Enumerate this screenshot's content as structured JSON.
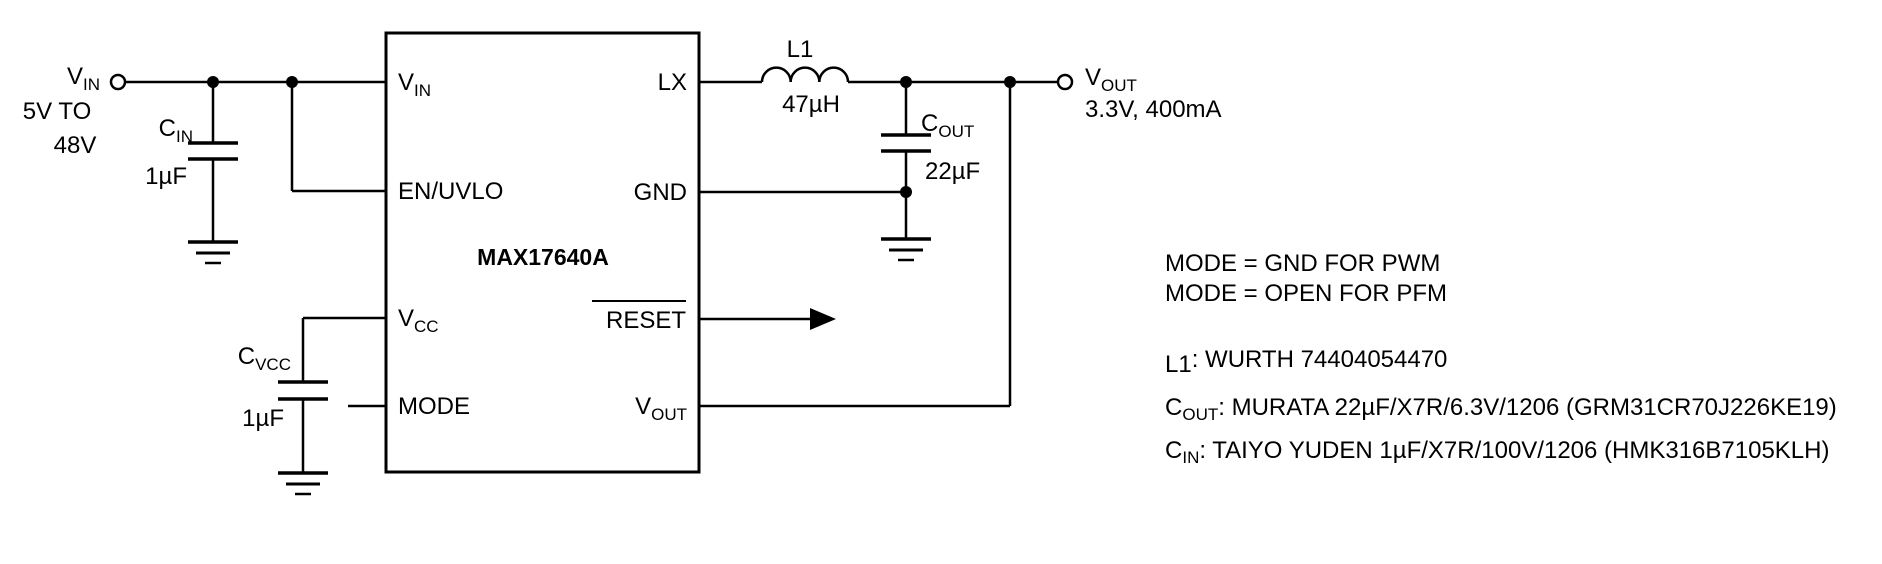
{
  "colors": {
    "ink": "#000000",
    "background": "#ffffff"
  },
  "schematic": {
    "source": {
      "name": "V",
      "name_sub": "IN",
      "range1": "5V TO",
      "range2": "48V"
    },
    "cin": {
      "name": "C",
      "name_sub": "IN",
      "value": "1µF"
    },
    "cvcc": {
      "name": "C",
      "name_sub": "VCC",
      "value": "1µF"
    },
    "cout": {
      "name": "C",
      "name_sub": "OUT",
      "value": "22µF"
    },
    "inductor": {
      "name": "L1",
      "value": "47µH"
    },
    "ic": {
      "part_number": "MAX17640A",
      "pins": {
        "vin": {
          "name": "V",
          "name_sub": "IN"
        },
        "en_uvlo": {
          "name": "EN/UVLO"
        },
        "vcc": {
          "name": "V",
          "name_sub": "CC"
        },
        "mode": {
          "name": "MODE"
        },
        "lx": {
          "name": "LX"
        },
        "gnd": {
          "name": "GND"
        },
        "reset": {
          "name": "RESET"
        },
        "vout": {
          "name": "V",
          "name_sub": "OUT"
        }
      }
    },
    "output": {
      "name": "V",
      "name_sub": "OUT",
      "spec": "3.3V, 400mA"
    }
  },
  "notes": {
    "mode1": "MODE = GND FOR PWM",
    "mode2": "MODE = OPEN FOR PFM",
    "l1": {
      "pre": "L1",
      "sub": "",
      "rest": ": WURTH 74404054470"
    },
    "cout": {
      "pre": "C",
      "sub": "OUT",
      "rest": ": MURATA 22µF/X7R/6.3V/1206 (GRM31CR70J226KE19)"
    },
    "cin": {
      "pre": "C",
      "sub": "IN",
      "rest": ": TAIYO YUDEN 1µF/X7R/100V/1206 (HMK316B7105KLH)"
    }
  }
}
